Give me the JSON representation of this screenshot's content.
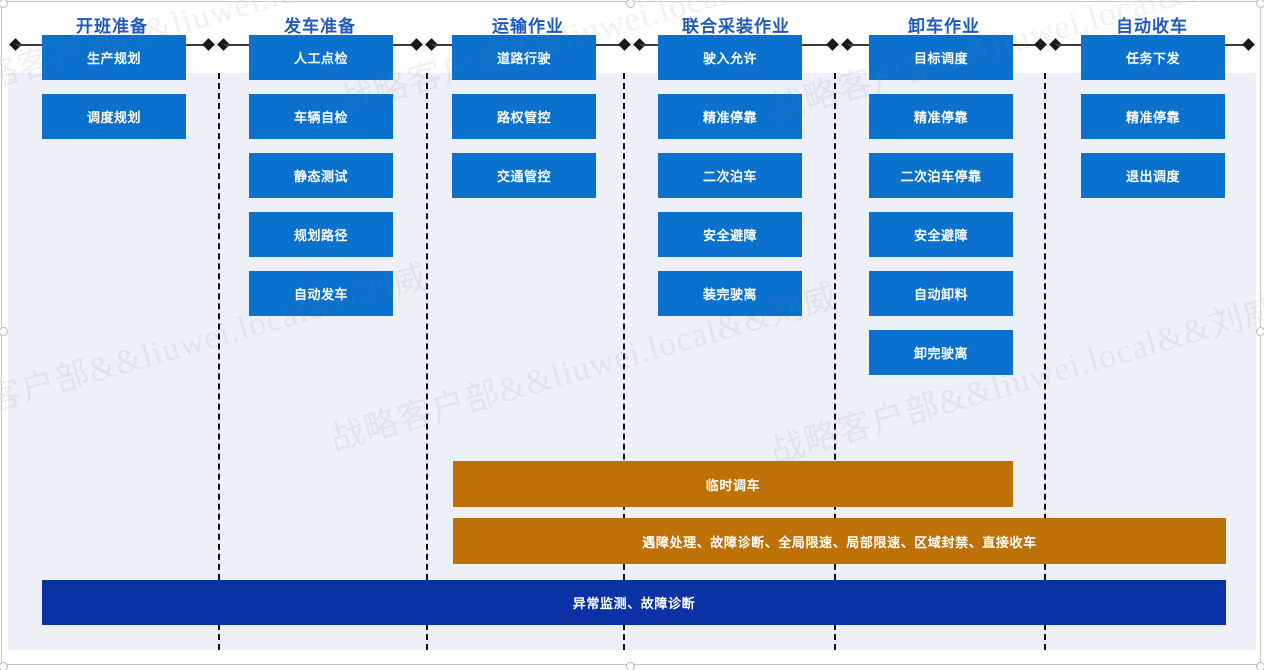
{
  "meta": {
    "watermark_text": "战略客户部&&liuwei.local&&刘威",
    "accent_blue": "#0A72CE",
    "accent_navy": "#0B32A4",
    "accent_orange": "#BE7107",
    "panel_bg": "#eef0f8",
    "title_color": "#1f5bbf"
  },
  "phases": [
    {
      "title": "开班准备"
    },
    {
      "title": "发车准备"
    },
    {
      "title": "运输作业"
    },
    {
      "title": "联合采装作业"
    },
    {
      "title": "卸车作业"
    },
    {
      "title": "自动收车"
    }
  ],
  "columns": [
    {
      "name": "开班准备",
      "items": [
        "生产规划",
        "调度规划"
      ]
    },
    {
      "name": "发车准备",
      "items": [
        "人工点检",
        "车辆自检",
        "静态测试",
        "规划路径",
        "自动发车"
      ]
    },
    {
      "name": "运输作业",
      "items": [
        "道路行驶",
        "路权管控",
        "交通管控"
      ]
    },
    {
      "name": "联合采装作业",
      "items": [
        "驶入允许",
        "精准停靠",
        "二次泊车",
        "安全避障",
        "装完驶离"
      ]
    },
    {
      "name": "卸车作业",
      "items": [
        "目标调度",
        "精准停靠",
        "二次泊车停靠",
        "安全避障",
        "自动卸料",
        "卸完驶离"
      ]
    },
    {
      "name": "自动收车",
      "items": [
        "任务下发",
        "精准停靠",
        "退出调度"
      ]
    }
  ],
  "bars": {
    "temporary_dispatch": "临时调车",
    "fault_handling": "遇障处理、故障诊断、全局限速、局部限速、区域封禁、直接收车",
    "monitoring": "异常监测、故障诊断"
  }
}
